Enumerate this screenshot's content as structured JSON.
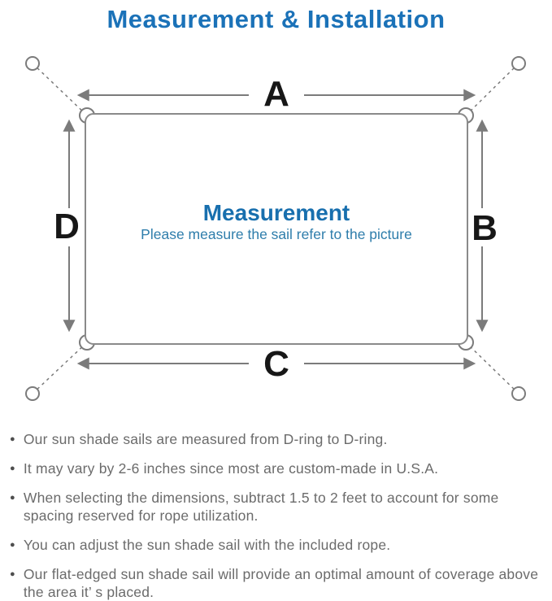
{
  "page": {
    "title": "Measurement & Installation"
  },
  "colors": {
    "title_blue": "#1b72b8",
    "center_title_blue": "#186fae",
    "center_subtitle_blue": "#2e7dab",
    "diagram_line_gray": "#7b7b7b",
    "note_text_gray": "#6b6b6b",
    "dim_label_black": "#171717"
  },
  "diagram": {
    "labels": {
      "top": "A",
      "right": "B",
      "bottom": "C",
      "left": "D"
    },
    "center": {
      "title": "Measurement",
      "subtitle": "Please measure the sail refer to the picture"
    }
  },
  "notes": {
    "items": [
      {
        "text": "Our sun shade sails are measured from D-ring to D-ring."
      },
      {
        "text": "It may vary by 2-6 inches since most are custom-made in U.S.A."
      },
      {
        "text": "When selecting the dimensions, subtract 1.5 to 2 feet to account for some spacing reserved for rope utilization."
      },
      {
        "text": "You can adjust the sun shade sail with the included rope."
      },
      {
        "text": "Our flat-edged sun shade sail will provide an optimal amount of coverage above the area it’ s placed."
      }
    ]
  }
}
